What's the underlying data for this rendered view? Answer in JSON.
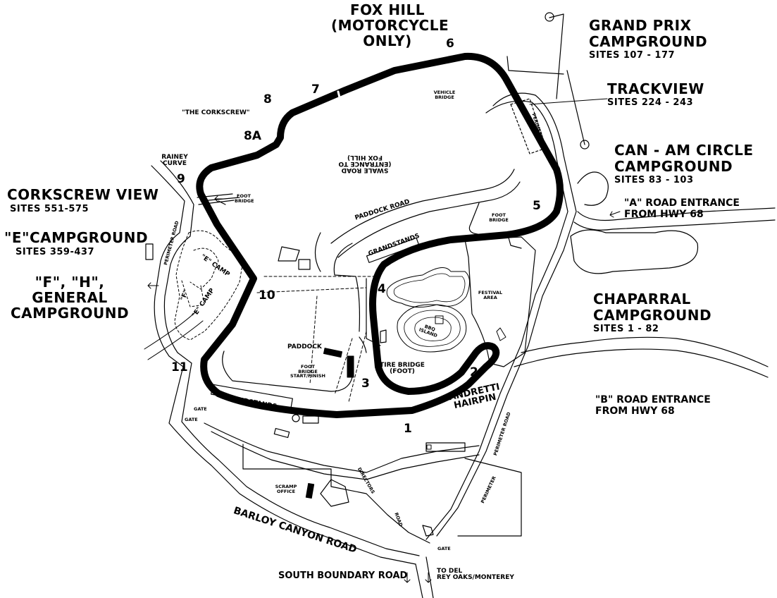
{
  "turns": {
    "t1": "1",
    "t2": "2",
    "t3": "3",
    "t4": "4",
    "t5": "5",
    "t6": "6",
    "t7": "7",
    "t8": "8",
    "t8a": "8A",
    "t9": "9",
    "t10": "10",
    "t11": "11"
  },
  "labels": {
    "fox_hill": "FOX HILL",
    "fox_hill_sub": "(MOTORCYCLE",
    "fox_hill_sub2": "ONLY)",
    "grand_prix": "GRAND PRIX",
    "grand_prix2": "CAMPGROUND",
    "grand_prix_sites": "SITES 107 - 177",
    "trackview": "TRACKVIEW",
    "trackview_sites": "SITES 224 - 243",
    "canam": "CAN - AM CIRCLE",
    "canam2": "CAMPGROUND",
    "canam_sites": "SITES 83 - 103",
    "a_road": "\"A\" ROAD ENTRANCE",
    "a_road2": "FROM HWY 68",
    "chaparral": "CHAPARRAL",
    "chaparral2": "CAMPGROUND",
    "chaparral_sites": "SITES 1 - 82",
    "b_road": "\"B\" ROAD ENTRANCE",
    "b_road2": "FROM HWY 68",
    "corkscrew_view": "CORKSCREW VIEW",
    "corkscrew_sites": "SITES 551-575",
    "e_camp": "\"E\"CAMPGROUND",
    "e_camp_sites": "SITES 359-437",
    "fhg1": "\"F\", \"H\",",
    "fhg2": "GENERAL",
    "fhg3": "CAMPGROUND",
    "the_corkscrew": "\"THE CORKSCREW\"",
    "rainey1": "RAINEY",
    "rainey2": "CURVE",
    "foot_bridge1": "FOOT",
    "foot_bridge2": "BRIDGE",
    "vehicle1": "VEHICLE",
    "vehicle2": "BRIDGE",
    "perimeter_rd": "PERIMETER RD.",
    "paddock_road": "PADDOCK ROAD",
    "swale1": "SWALE ROAD",
    "swale2": "(ENTRANCE TO",
    "swale3": "FOX HILL)",
    "grandstands_top": "GRANDSTANDS",
    "grandstands_bottom": "GRANDSTANDS",
    "e_camp_a": "\"E\" CAMP",
    "e_camp_b": "\"E\" CAMP",
    "f_small": "\"F\"",
    "perimeter_road_left": "PERIMETER ROAD",
    "festival1": "FESTIVAL",
    "festival2": "AREA",
    "bbq1": "BBQ",
    "bbq2": "ISLAND",
    "tire_bridge1": "TIRE BRIDGE",
    "tire_bridge2": "(FOOT)",
    "paddock": "PADDOCK",
    "fb_start1": "FOOT",
    "fb_start2": "BRIDGE",
    "fb_start3": "START/FINISH",
    "andretti1": "ANDRETTI",
    "andretti2": "HAIRPIN",
    "gate_a": "GATE",
    "gate_b": "GATE",
    "gate_c": "GATE",
    "perimeter_road_right1": "PERIMETER",
    "perimeter_road_right2": "ROAD",
    "perimeter_road_low": "PERIMETER",
    "directors": "DIRECTORS",
    "road_low": "ROAD",
    "scramp1": "SCRAMP",
    "scramp2": "OFFICE",
    "barloy": "BARLOY CANYON ROAD",
    "south_boundary": "SOUTH BOUNDARY ROAD",
    "del_rey1": "TO DEL",
    "del_rey2": "REY OAKS/MONTEREY"
  },
  "colors": {
    "ink": "#000000",
    "paper": "#ffffff"
  }
}
